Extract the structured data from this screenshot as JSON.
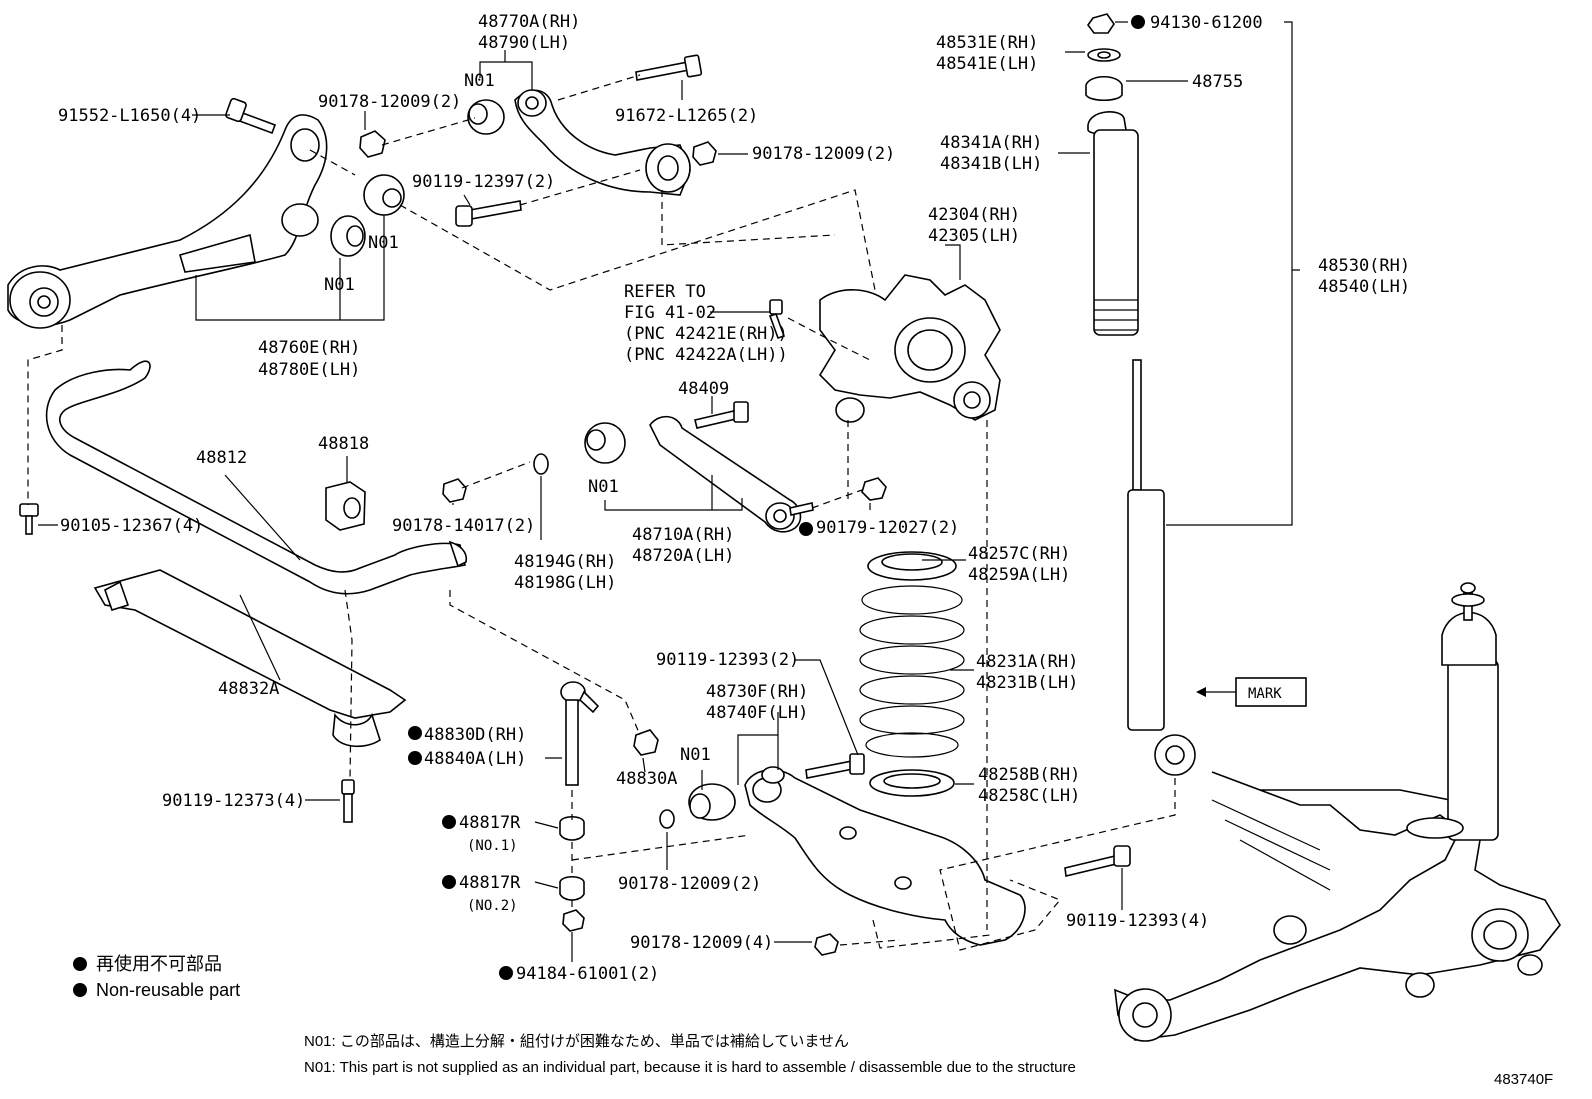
{
  "diagram": {
    "labels": {
      "p48770": "48770A(RH)",
      "p48790": "48790(LH)",
      "n01_a": "N01",
      "p90178_a": "90178-12009(2)",
      "p91552": "91552-L1650(4)",
      "p91672": "91672-L1265(2)",
      "p90178_b": "90178-12009(2)",
      "p90119_a": "90119-12397(2)",
      "n01_b": "N01",
      "n01_c": "N01",
      "p48760": "48760E(RH)",
      "p48780": "48780E(LH)",
      "refer_1": "REFER TO",
      "refer_2": "FIG 41-02",
      "refer_3": "(PNC 42421E(RH))",
      "refer_4": "(PNC 42422A(LH))",
      "p42304": "42304(RH)",
      "p42305": "42305(LH)",
      "p94130": "94130-61200",
      "p48531": "48531E(RH)",
      "p48541": "48541E(LH)",
      "p48755": "48755",
      "p48341a": "48341A(RH)",
      "p48341b": "48341B(LH)",
      "p48530": "48530(RH)",
      "p48540": "48540(LH)",
      "p48409": "48409",
      "p48812": "48812",
      "p48818": "48818",
      "p90105": "90105-12367(4)",
      "p90178_c": "90178-14017(2)",
      "p48194": "48194G(RH)",
      "p48198": "48198G(LH)",
      "n01_d": "N01",
      "p48710": "48710A(RH)",
      "p48720": "48720A(LH)",
      "p90179": "90179-12027(2)",
      "p48257": "48257C(RH)",
      "p48259": "48259A(LH)",
      "p48231a": "48231A(RH)",
      "p48231b": "48231B(LH)",
      "mark": "MARK",
      "p48832": "48832A",
      "p90119_b": "90119-12393(2)",
      "p48730": "48730F(RH)",
      "p48740": "48740F(LH)",
      "n01_e": "N01",
      "p48830d": "48830D(RH)",
      "p48840": "48840A(LH)",
      "p48830a": "48830A",
      "p48258b": "48258B(RH)",
      "p48258c": "48258C(LH)",
      "p90119_c": "90119-12373(4)",
      "p48817_1": "48817R",
      "no1": "(NO.1)",
      "p48817_2": "48817R",
      "no2": "(NO.2)",
      "p90178_d": "90178-12009(2)",
      "p90119_d": "90119-12393(4)",
      "p90178_e": "90178-12009(4)",
      "p94184": "94184-61001(2)",
      "legend_jp": "再使用不可部品",
      "legend_en": "Non-reusable part",
      "note_jp": "N01: この部品は、構造上分解・組付けが困難なため、単品では補給していません",
      "note_en": "N01: This part is not supplied as an individual part, because it is hard to assemble / disassemble due to the structure",
      "figure_id": "483740F"
    }
  }
}
